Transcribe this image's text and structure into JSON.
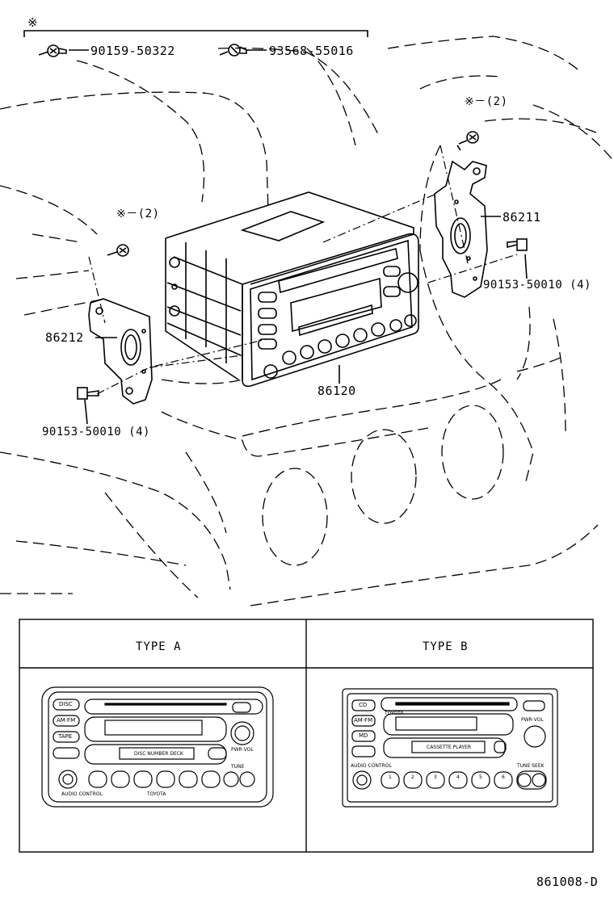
{
  "parts": {
    "note_mark": "※",
    "screw_a": "90159-50322",
    "screw_b": "93568-55016",
    "qty_right": "※－(2)",
    "qty_left": "※－(2)",
    "bracket_right": "86211",
    "bracket_left": "86212",
    "bolt_right": "90153-50010 (4)",
    "bolt_left": "90153-50010 (4)",
    "radio": "86120"
  },
  "types": {
    "a_label": "TYPE  A",
    "b_label": "TYPE  B"
  },
  "type_a": {
    "disc": "DISC",
    "amfm": "AM·FM",
    "tape": "TAPE",
    "deck": "DISC NUMBER DECK",
    "pwr": "PWR·VOL",
    "tune": "TUNE",
    "audio": "AUDIO  CONTROL",
    "brand": "TOYOTA"
  },
  "type_b": {
    "cd": "CD",
    "amfm": "AM·FM",
    "md": "MD",
    "brand": "TOYOTA",
    "deck": "CASSETTE PLAYER",
    "pwr": "PWR·VOL",
    "audio": "AUDIO  CONTROL",
    "tune": "TUNE·SEEK",
    "presets": [
      "1",
      "2",
      "3",
      "4",
      "5",
      "6"
    ]
  },
  "footer": {
    "code": "861008-D"
  }
}
